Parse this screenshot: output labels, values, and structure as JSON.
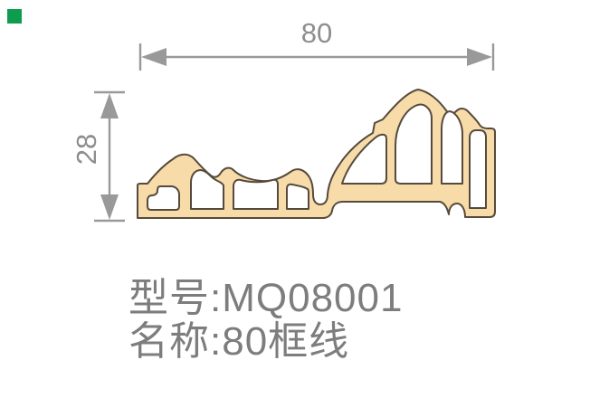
{
  "title": "80框线 molding profile technical drawing",
  "corner_marker": {
    "color": "#0e9c4f"
  },
  "drawing": {
    "width_dimension": {
      "label": "80"
    },
    "height_dimension": {
      "label": "28"
    },
    "colors": {
      "profile_fill": "#f7dba8",
      "profile_outline": "#564a3c",
      "dimension": "#999999",
      "label_text": "#8e8e8e"
    }
  },
  "info": {
    "model_line": "型号:MQ08001",
    "name_line": "名称:80框线",
    "color": "#7d7d7d"
  }
}
